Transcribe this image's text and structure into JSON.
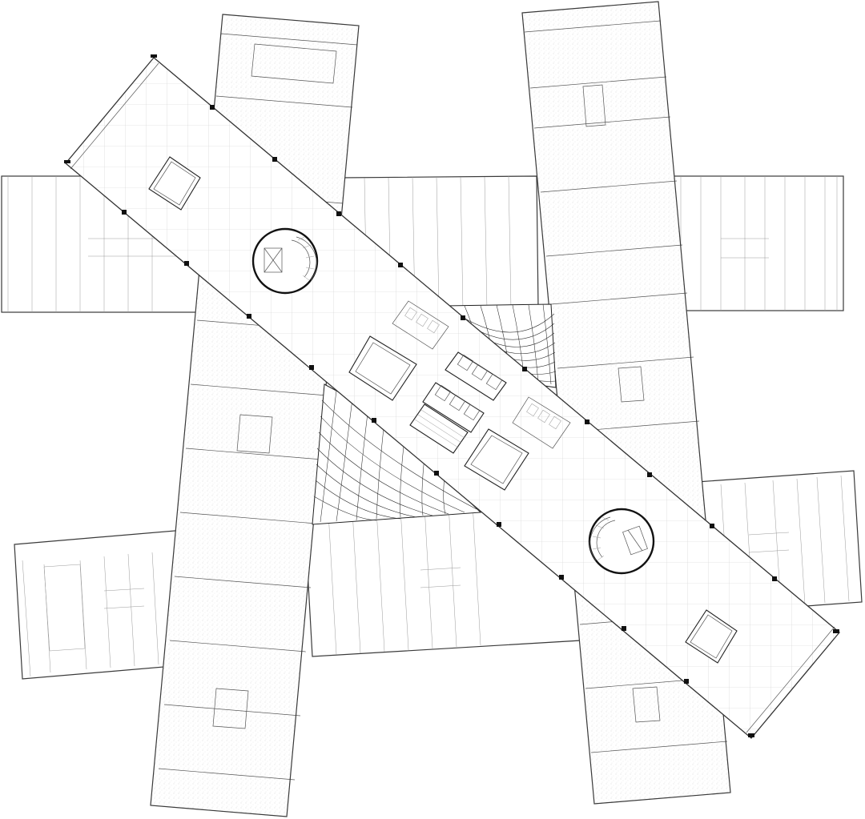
{
  "drawing": {
    "type": "architectural floor plan",
    "wings": [
      {
        "id": "left-horizontal-wing",
        "orientation": "horizontal"
      },
      {
        "id": "right-horizontal-wing",
        "orientation": "horizontal"
      },
      {
        "id": "lower-left-wing",
        "orientation": "horizontal"
      },
      {
        "id": "lower-right-wing",
        "orientation": "horizontal"
      },
      {
        "id": "center-lower-slab",
        "orientation": "horizontal"
      },
      {
        "id": "left-vertical-tower",
        "orientation": "vertical"
      },
      {
        "id": "right-vertical-tower",
        "orientation": "vertical"
      },
      {
        "id": "diagonal-main-slab",
        "orientation": "diagonal"
      }
    ],
    "features": [
      "spiral-stair-north",
      "spiral-stair-south",
      "central-core",
      "lattice-atrium-north",
      "lattice-atrium-west"
    ],
    "colors": {
      "line": "#3a3a3a",
      "grid": "#c8c8c8",
      "background": "#ffffff",
      "heavy": "#111111"
    }
  }
}
